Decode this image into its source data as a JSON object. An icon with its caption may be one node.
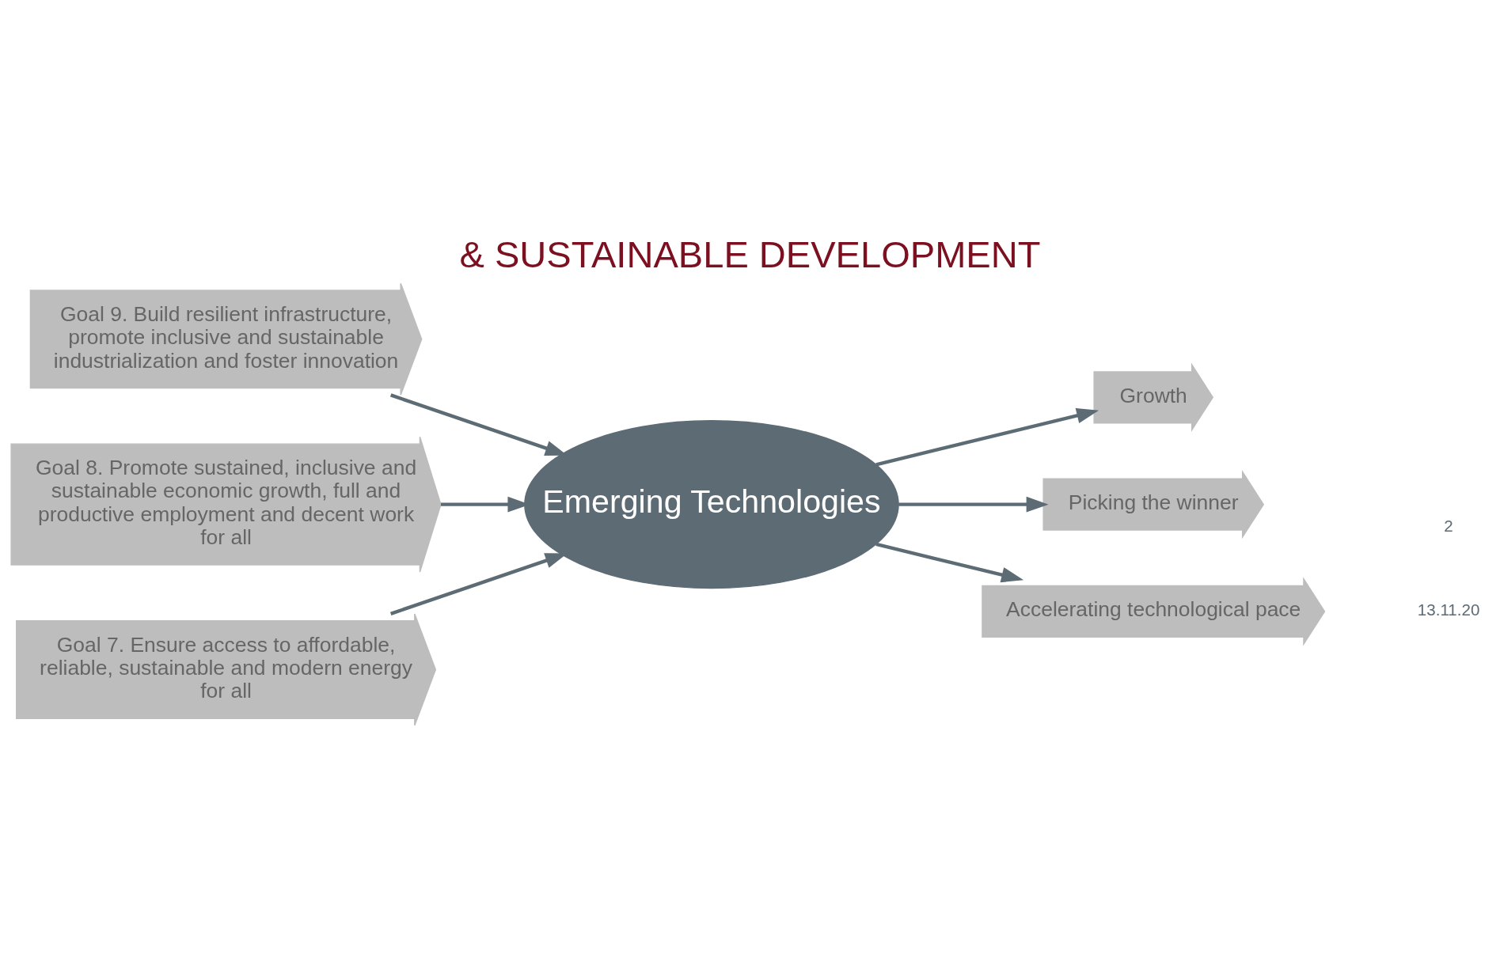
{
  "diagram": {
    "title": "& SUSTAINABLE DEVELOPMENT",
    "nodes": [
      {
        "text": [
          "Goal 9. Build resilient infrastructure, promote inclusive and sustainable industrialization and foster innovation"
        ]
      },
      {
        "text": [
          "Goal 8. Promote sustained, inclusive and sustainable economic growth, full and productive employment and decent work for all"
        ]
      },
      {
        "text": [
          "Goal 7. Ensure access to affordable, reliable, sustainable and modern energy for all"
        ]
      },
      {
        "text": [
          "Emerging Technologies"
        ]
      },
      {
        "text": [
          "Growth"
        ]
      },
      {
        "text": [
          "Picking the winner"
        ]
      },
      {
        "text": [
          "Accelerating technological pace"
        ]
      }
    ],
    "edges": [
      {
        "from": 0,
        "to": 3,
        "arrow": "to"
      },
      {
        "from": 1,
        "to": 3,
        "arrow": "to"
      },
      {
        "from": 2,
        "to": 3,
        "arrow": "to"
      },
      {
        "from": 3,
        "to": 4,
        "arrow": "to"
      },
      {
        "from": 3,
        "to": 5,
        "arrow": "to"
      },
      {
        "from": 3,
        "to": 6,
        "arrow": "to"
      }
    ],
    "labels": [
      "13.11.20",
      "2"
    ]
  }
}
